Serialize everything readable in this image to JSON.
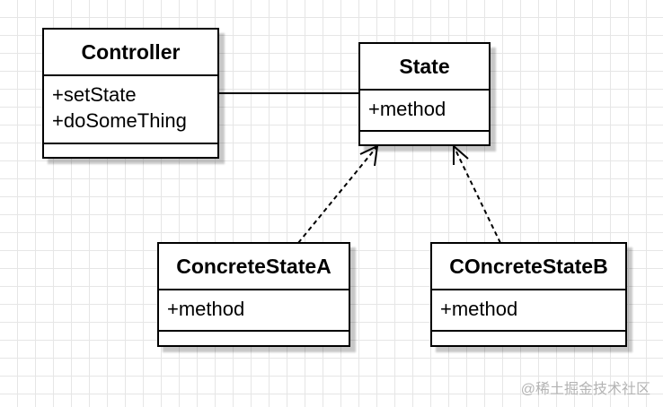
{
  "diagram": {
    "classes": [
      {
        "id": "controller",
        "name": "Controller",
        "attributes": [
          "+setState",
          "+doSomeThing"
        ]
      },
      {
        "id": "state",
        "name": "State",
        "attributes": [
          "+method"
        ]
      },
      {
        "id": "concrete-a",
        "name": "ConcreteStateA",
        "attributes": [
          "+method"
        ]
      },
      {
        "id": "concrete-b",
        "name": "COncreteStateB",
        "attributes": [
          "+method"
        ]
      }
    ],
    "relations": [
      {
        "type": "association",
        "from": "controller",
        "to": "state"
      },
      {
        "type": "realization",
        "from": "concrete-a",
        "to": "state"
      },
      {
        "type": "realization",
        "from": "concrete-b",
        "to": "state"
      }
    ]
  },
  "watermark": {
    "text": "@稀土掘金技术社区"
  },
  "colors": {
    "stroke": "#000000",
    "grid": "#e6e6e6",
    "background": "#ffffff",
    "watermark": "#b3b3b3"
  }
}
